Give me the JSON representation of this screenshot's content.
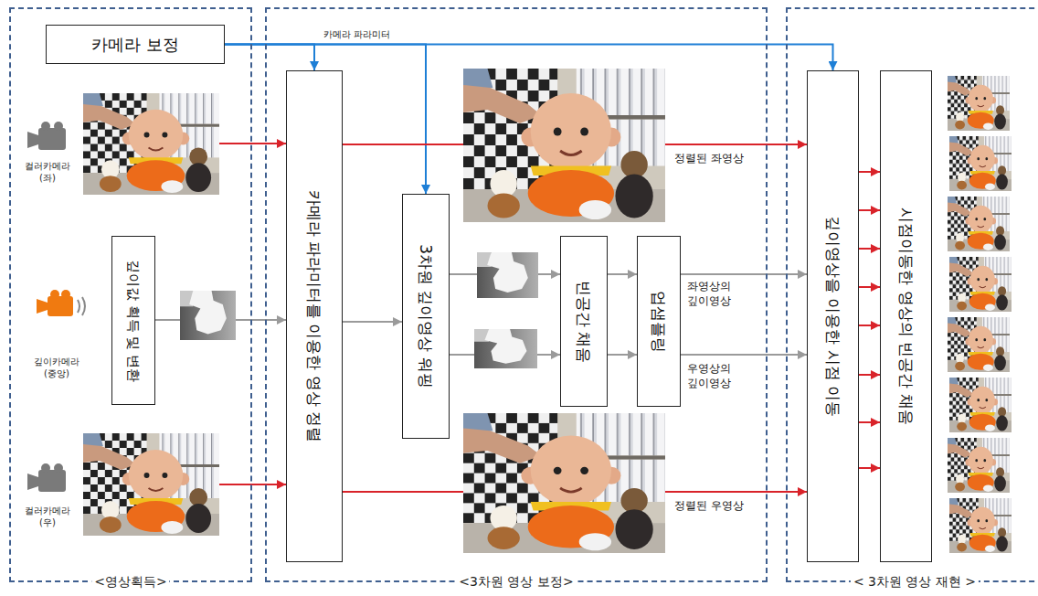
{
  "diagram": {
    "nodes": [
      {
        "text": [
          "<영상획득>"
        ]
      },
      {
        "text": [
          "카메라 보정"
        ],
        "in": 0
      },
      {
        "text": [
          "깊이값 획득 및 변환"
        ],
        "in": 0
      },
      {
        "text": [
          "<3차원 영상 보정>"
        ]
      },
      {
        "text": [
          "카메라 파라미터를 이용한 영상 정렬"
        ],
        "in": 3
      },
      {
        "text": [
          "3차원 깊이영상 워핑"
        ],
        "in": 3
      },
      {
        "text": [
          "빈공간 채움"
        ],
        "in": 3
      },
      {
        "text": [
          "업샘플링"
        ],
        "in": 3
      },
      {
        "text": [
          "< 3차원 영상 재현 >"
        ]
      },
      {
        "text": [
          "깊이영상을 이용한 시점 이동"
        ],
        "in": 8
      },
      {
        "text": [
          "시점이동한 영상의 빈공간 채움"
        ],
        "in": 8
      }
    ],
    "edges": [
      {
        "from": 1,
        "to": 4,
        "arrow": "to"
      },
      {
        "from": 1,
        "to": 5,
        "label": "카메라 파라미터",
        "arrow": "to"
      },
      {
        "from": 1,
        "to": 9,
        "arrow": "to"
      },
      {
        "from": 2,
        "to": 4,
        "arrow": "to"
      },
      {
        "from": 4,
        "to": 5,
        "arrow": "to"
      },
      {
        "from": 5,
        "to": 6,
        "arrow": "to"
      },
      {
        "from": 5,
        "to": 6,
        "arrow": "to"
      },
      {
        "from": 6,
        "to": 7,
        "arrow": "to"
      },
      {
        "from": 6,
        "to": 7,
        "arrow": "to"
      },
      {
        "from": 7,
        "to": 9,
        "label": "좌영상의 깊이영상",
        "arrow": "to"
      },
      {
        "from": 7,
        "to": 9,
        "label": "우영상의 깊이영상",
        "arrow": "to"
      },
      {
        "from": 4,
        "to": 9,
        "label": "정렬된 좌영상",
        "arrow": "to"
      },
      {
        "from": 4,
        "to": 9,
        "label": "정렬된 우영상",
        "arrow": "to"
      },
      {
        "from": 9,
        "to": 10,
        "arrow": "to"
      },
      {
        "from": 9,
        "to": 10,
        "arrow": "to"
      },
      {
        "from": 9,
        "to": 10,
        "arrow": "to"
      },
      {
        "from": 9,
        "to": 10,
        "arrow": "to"
      },
      {
        "from": 9,
        "to": 10,
        "arrow": "to"
      },
      {
        "from": 9,
        "to": 10,
        "arrow": "to"
      },
      {
        "from": 9,
        "to": 10,
        "arrow": "to"
      },
      {
        "from": 9,
        "to": 10,
        "arrow": "to"
      }
    ],
    "labels": [
      "컬러카메라 (좌)",
      "깊이카메라 (중앙)",
      "컬러카메라 (우)"
    ]
  }
}
